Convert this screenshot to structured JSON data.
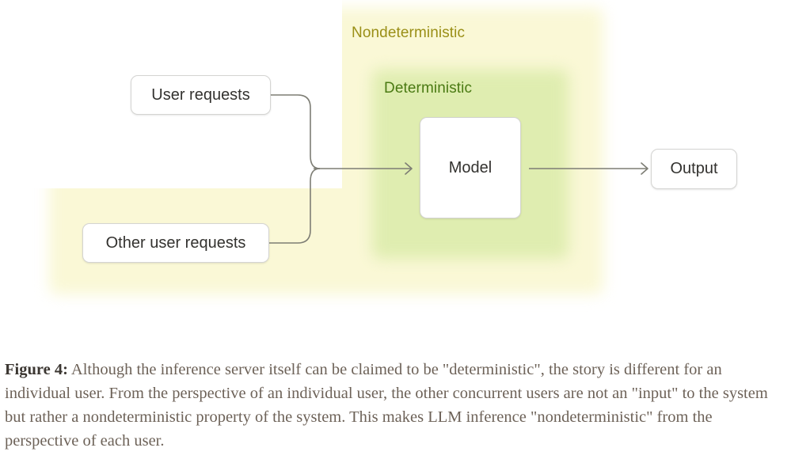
{
  "figure": {
    "zones": [
      {
        "id": "nondeterministic",
        "label": "Nondeterministic",
        "color": "#faf8d6",
        "text_color": "#9a8f17"
      },
      {
        "id": "deterministic",
        "label": "Deterministic",
        "color": "#dfedb0",
        "text_color": "#4a7a13"
      }
    ],
    "nodes": [
      {
        "id": "user-requests",
        "label": "User requests"
      },
      {
        "id": "other-user-requests",
        "label": "Other user requests"
      },
      {
        "id": "model",
        "label": "Model"
      },
      {
        "id": "output",
        "label": "Output"
      }
    ],
    "edges": [
      {
        "from": "user-requests",
        "to": "model",
        "style": "elbow-arrow"
      },
      {
        "from": "other-user-requests",
        "to": "model",
        "style": "elbow-arrow"
      },
      {
        "from": "model",
        "to": "output",
        "style": "straight-arrow"
      }
    ],
    "line_color": "#7d7d74"
  },
  "caption": {
    "label": "Figure 4:",
    "text": " Although the inference server itself can be claimed to be \"deterministic\", the story is different for an individual user. From the perspective of an individual user, the other concurrent users are not an \"input\" to the system but rather a nondeterministic property of the system. This makes LLM inference \"nondeterministic\" from the perspective of each user."
  }
}
